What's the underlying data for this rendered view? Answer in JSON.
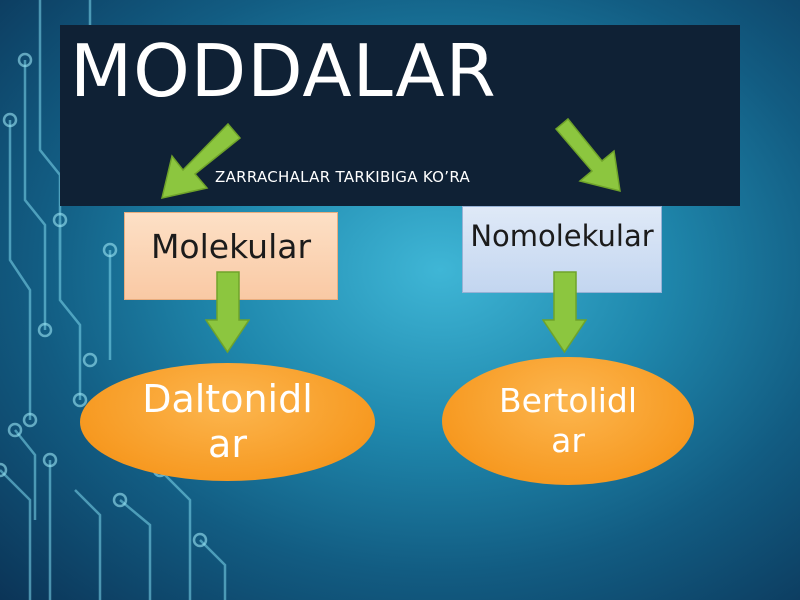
{
  "title": "MODDALAR",
  "subtitle": "ZARRACHALAR TARKIBIGA KO’RA",
  "nodes": {
    "molekular": "Molekular",
    "nomolekular": "Nomolekular",
    "daltonidlar": "Daltonidlar",
    "bertolidlar": "Bertolidlar"
  },
  "colors": {
    "background": "#1f88ad",
    "title_bar": "#0f2135",
    "arrow": "#8cc63f",
    "box_left": "#f9c9a4",
    "box_right": "#c3d6f0",
    "ellipse": "#f79a22"
  }
}
